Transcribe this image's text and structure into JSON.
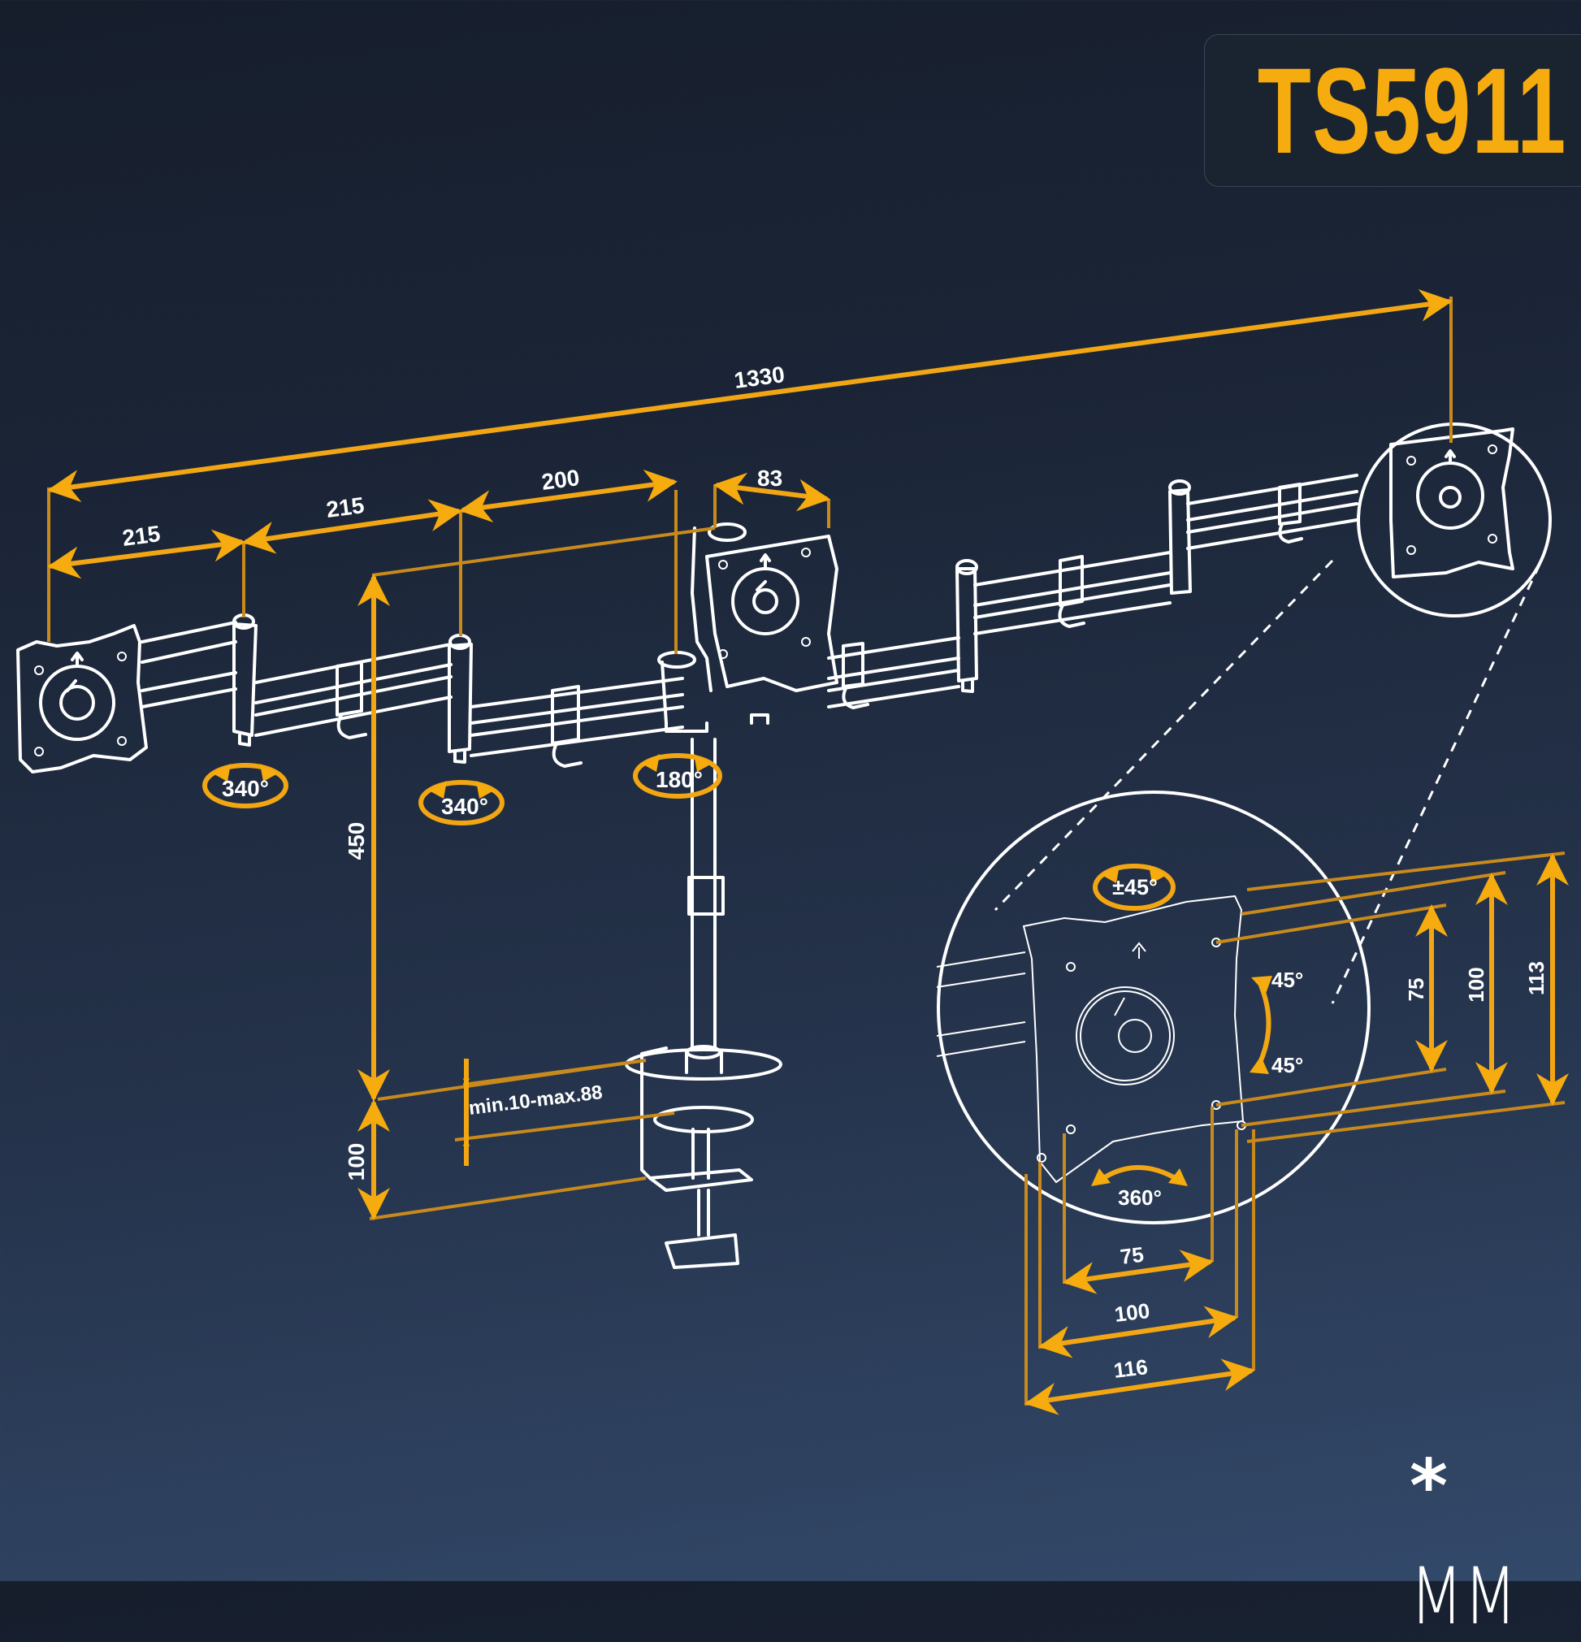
{
  "product": {
    "model": "TS5911",
    "unit_note_symbol": "*",
    "unit_note_text": "MM"
  },
  "colors": {
    "accent": "#f6ac0e",
    "dimension_line": "#d4921a",
    "drawing": "#ffffff",
    "background_top": "#161e2c",
    "background_bottom": "#33496a"
  },
  "dimensions": {
    "overall_width": "1330",
    "arm_segment_1": "215",
    "arm_segment_2": "215",
    "arm_segment_3": "200",
    "center_head_width": "83",
    "pole_height": "450",
    "clamp_height": "100",
    "desk_thickness": "min.10-max.88"
  },
  "rotations": {
    "joint_1": "340°",
    "joint_2": "340°",
    "center_joint": "180°"
  },
  "detail_view": {
    "rotate": "±45°",
    "tilt_up": "45°",
    "tilt_down": "45°",
    "swivel": "360°",
    "vesa_h_small": "75",
    "vesa_h_large": "100",
    "plate_width": "116",
    "vesa_v_small": "75",
    "vesa_v_large": "100",
    "plate_height": "113"
  },
  "icons": {
    "rotation_arrow": "curved-double-arrow-icon",
    "up_arrow": "up-arrow-icon"
  }
}
